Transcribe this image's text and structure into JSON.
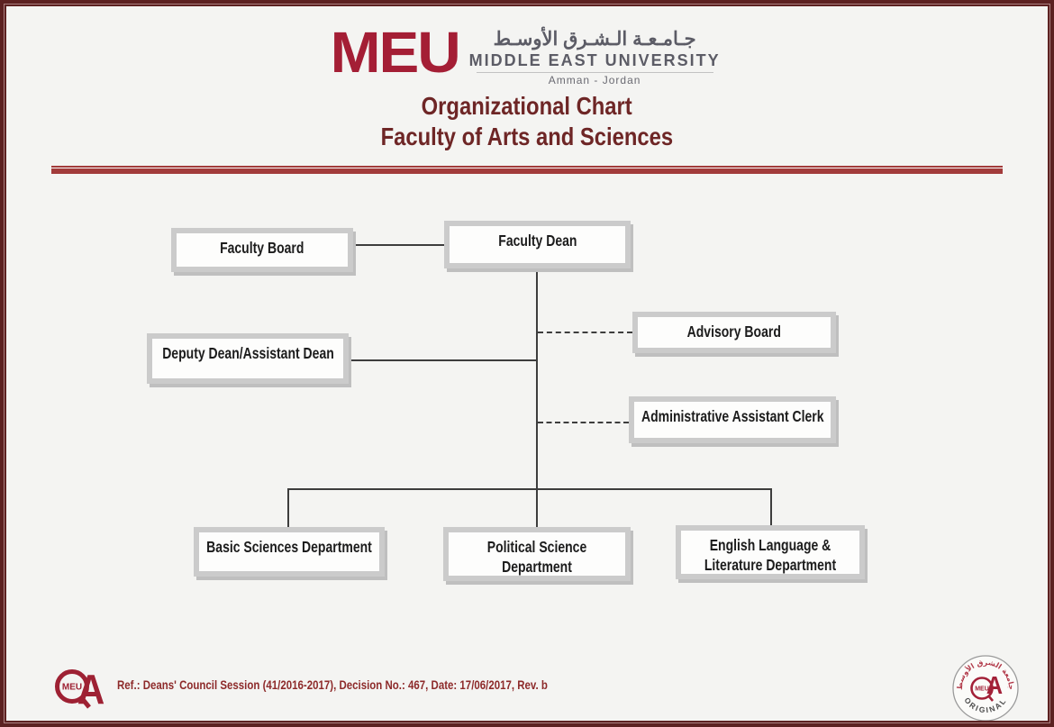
{
  "page": {
    "background": "#f4f4f2",
    "frame_color": "#5c2121",
    "separator_color": "#a23b3b"
  },
  "header": {
    "logo": {
      "meu": "MEU",
      "arabic": "جـامـعـة الـشـرق الأوسـط",
      "university": "MIDDLE EAST UNIVERSITY",
      "location": "Amman - Jordan",
      "meu_color": "#a41e35",
      "gray_color": "#5c5c66"
    },
    "title_line1": "Organizational Chart",
    "title_line2": "Faculty of Arts and Sciences",
    "title_color": "#6e2626"
  },
  "chart": {
    "type": "org-chart",
    "nodes": [
      {
        "id": "faculty-board",
        "label": "Faculty Board"
      },
      {
        "id": "faculty-dean",
        "label": "Faculty Dean"
      },
      {
        "id": "advisory-board",
        "label": "Advisory Board"
      },
      {
        "id": "deputy-dean",
        "label": "Deputy Dean/Assistant Dean"
      },
      {
        "id": "admin-clerk",
        "label": "Administrative Assistant Clerk"
      },
      {
        "id": "basic-sciences",
        "label": "Basic Sciences Department"
      },
      {
        "id": "political-science",
        "label": "Political Science Department"
      },
      {
        "id": "english-literature",
        "label": "English Language & Literature Department"
      }
    ],
    "edges": [
      {
        "from": "faculty-dean",
        "to": "faculty-board",
        "style": "solid"
      },
      {
        "from": "faculty-dean",
        "to": "advisory-board",
        "style": "dashed"
      },
      {
        "from": "faculty-dean",
        "to": "deputy-dean",
        "style": "solid"
      },
      {
        "from": "faculty-dean",
        "to": "admin-clerk",
        "style": "dashed"
      },
      {
        "from": "faculty-dean",
        "to": "basic-sciences",
        "style": "solid"
      },
      {
        "from": "faculty-dean",
        "to": "political-science",
        "style": "solid"
      },
      {
        "from": "faculty-dean",
        "to": "english-literature",
        "style": "solid"
      }
    ],
    "node_fill": "#fdfdfc",
    "node_border": "#cbcbcb",
    "line_color": "#3d3d3d"
  },
  "footer": {
    "ref_text": "Ref.: Deans' Council Session (41/2016-2017), Decision No.: 467, Date: 17/06/2017, Rev. b",
    "ref_color": "#8d2a2a",
    "qa_logo": {
      "meu": "MEU",
      "a": "A",
      "color": "#9e2133"
    },
    "stamp": {
      "arabic": "جامعة الشرق الأوسط",
      "original": "ORIGINAL",
      "meu": "MEU",
      "a": "A",
      "red": "#a32138"
    }
  }
}
